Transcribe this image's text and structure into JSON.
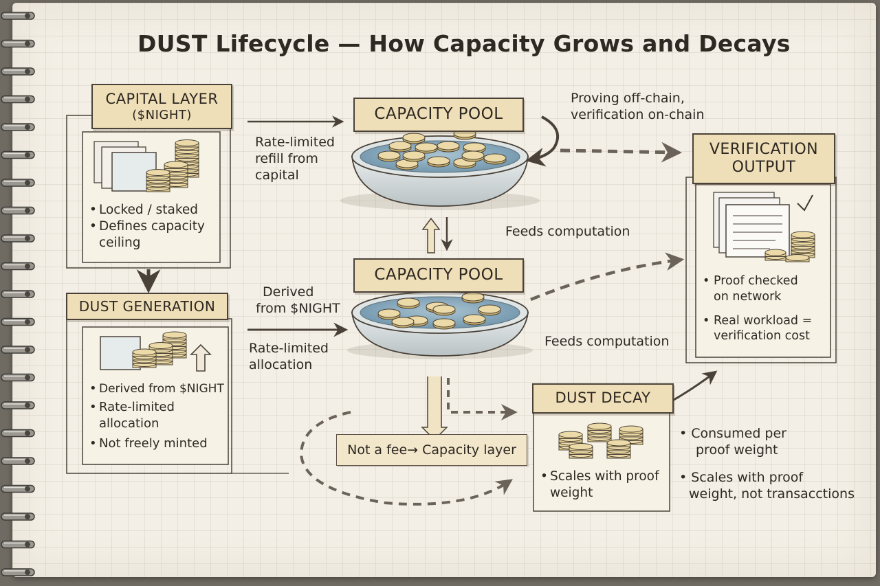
{
  "title": "DUST Lifecycle — How Capacity Grows and Decays",
  "capital_layer": {
    "header": "CAPITAL LAYER",
    "subheader": "($NIGHT)",
    "bullets": [
      "Locked / staked",
      "Defines capacity",
      "ceiling"
    ]
  },
  "dust_generation": {
    "header": "DUST GENERATION",
    "bullets": [
      "Derived from $NIGHT",
      "Rate-limited",
      "allocation",
      "Not freely minted"
    ]
  },
  "capacity_pool_top": {
    "header": "CAPACITY POOL"
  },
  "capacity_pool_middle": {
    "header": "CAPACITY POOL"
  },
  "verification_output": {
    "header_line1": "VERIFICATION",
    "header_line2": "OUTPUT",
    "bullets": [
      "Proof checked",
      "on network",
      "Real workload =",
      "verification cost"
    ]
  },
  "dust_decay": {
    "header": "DUST DECAY",
    "bullets": [
      "Scales with proof",
      "weight"
    ]
  },
  "annotations": {
    "refill_line1": "Rate-limited",
    "refill_line2": "refill from",
    "refill_line3": "capital",
    "proving_line1": "Proving off-chain,",
    "proving_line2": "verification on-chain",
    "feeds_computation_1": "Feeds computation",
    "feeds_computation_2": "Feeds computation",
    "derived_line1": "Derived",
    "derived_line2": "from $NIGHT",
    "allocation_line1": "Rate-limited",
    "allocation_line2": "allocation",
    "not_a_fee": "Not a fee→ Capacity layer",
    "consumed_line1": "• Consumed per",
    "consumed_line2": "proof  weight",
    "scales_line1": "• Scales with proof",
    "scales_line2": "weight, not transacctions"
  },
  "colors": {
    "paper": "#f3efe6",
    "header_fill": "#efdfb8",
    "ink": "#2c2721",
    "water": "#8fb0c4",
    "coin": "#e7d39a",
    "bowl": "#dfe4e4"
  },
  "icons": [
    "notebook-spiral",
    "coin-stack-icon",
    "card-moon-icon",
    "document-stack-icon",
    "checkmark-icon",
    "up-arrow-icon",
    "bowl-icon"
  ]
}
